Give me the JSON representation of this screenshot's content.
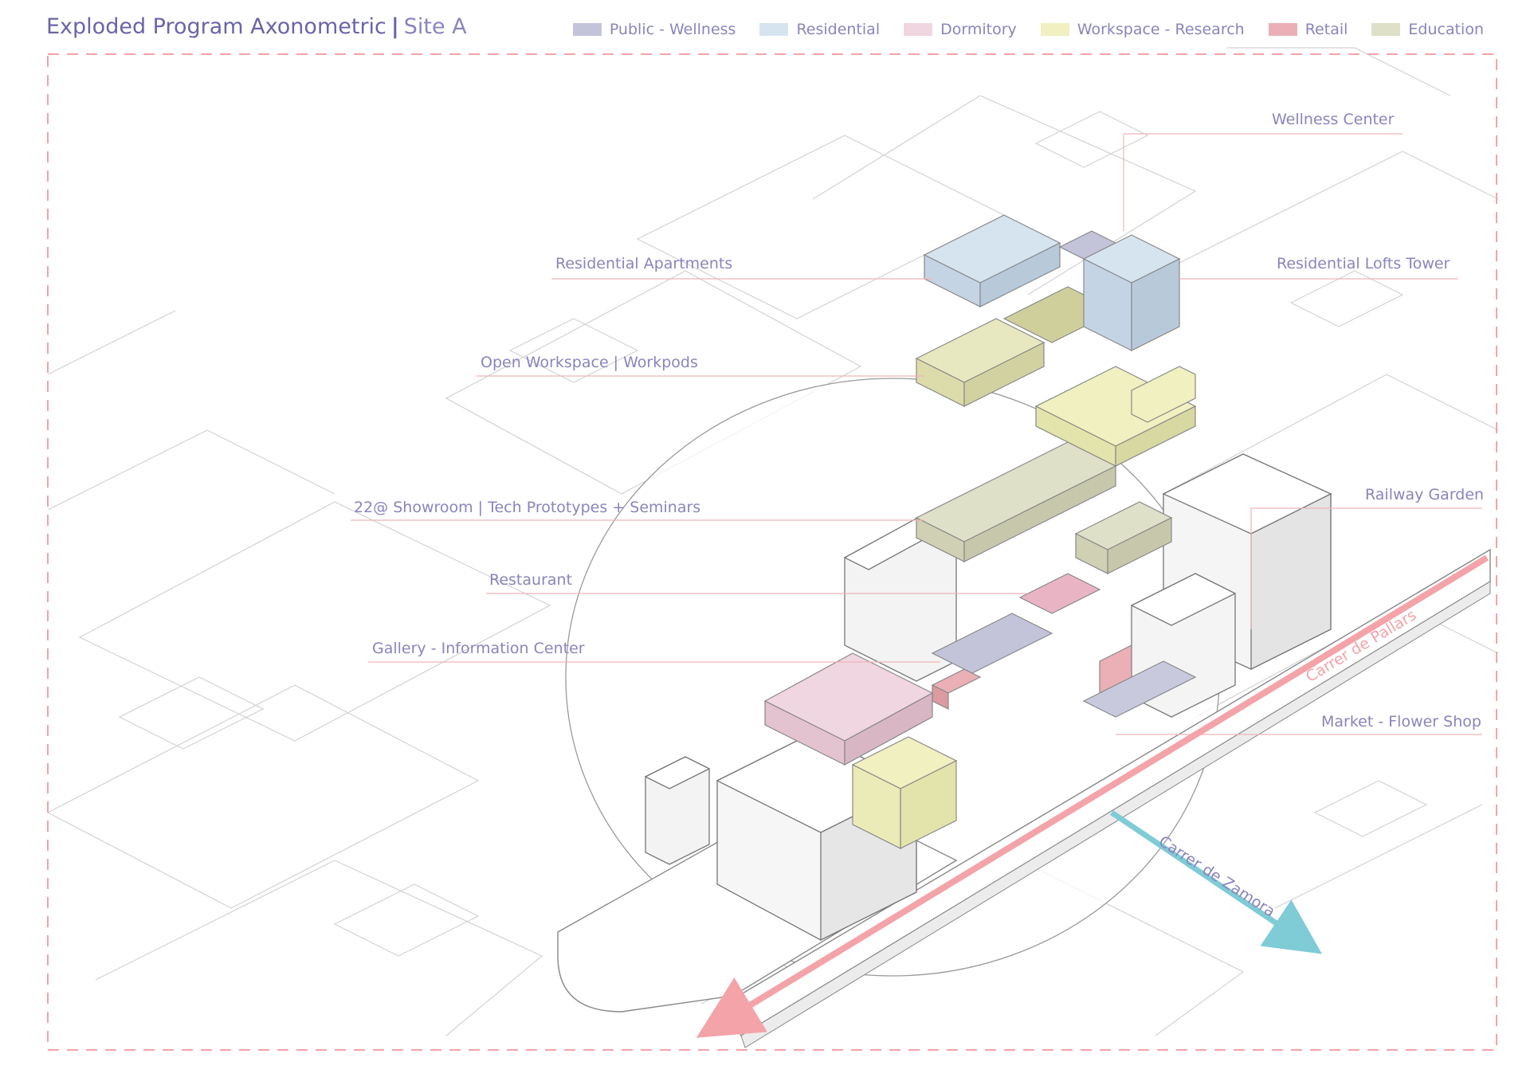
{
  "title": {
    "main": "Exploded Program Axonometric",
    "separator": "|",
    "sub": "Site A"
  },
  "legend": [
    {
      "label": "Public - Wellness",
      "color": "#c3c3d9"
    },
    {
      "label": "Residential",
      "color": "#d6e4f0"
    },
    {
      "label": "Dormitory",
      "color": "#f0d6e0"
    },
    {
      "label": "Workspace - Research",
      "color": "#f0f0c0"
    },
    {
      "label": "Retail",
      "color": "#eab0b6"
    },
    {
      "label": "Education",
      "color": "#dfe0c8"
    }
  ],
  "callouts": {
    "wellness_center": "Wellness Center",
    "residential_apartments": "Residential Apartments",
    "residential_lofts_tower": "Residential Lofts Tower",
    "open_workspace": "Open Workspace | Workpods",
    "showroom": "22@ Showroom | Tech Prototypes + Seminars",
    "railway_garden": "Railway Garden",
    "restaurant": "Restaurant",
    "gallery": "Gallery - Information Center",
    "market": "Market - Flower Shop"
  },
  "streets": {
    "pallars": "Carrer de Pallars",
    "zamora": "Carrer de Zamora"
  },
  "colors": {
    "frame": "#f2a3a8",
    "leader": "#f0b4b6",
    "text": "#8a84bd",
    "title": "#6b64a8",
    "pallars_arrow": "#f4a3a8",
    "zamora_arrow": "#7fcbd6",
    "map_lines": "#c8c8c8"
  }
}
